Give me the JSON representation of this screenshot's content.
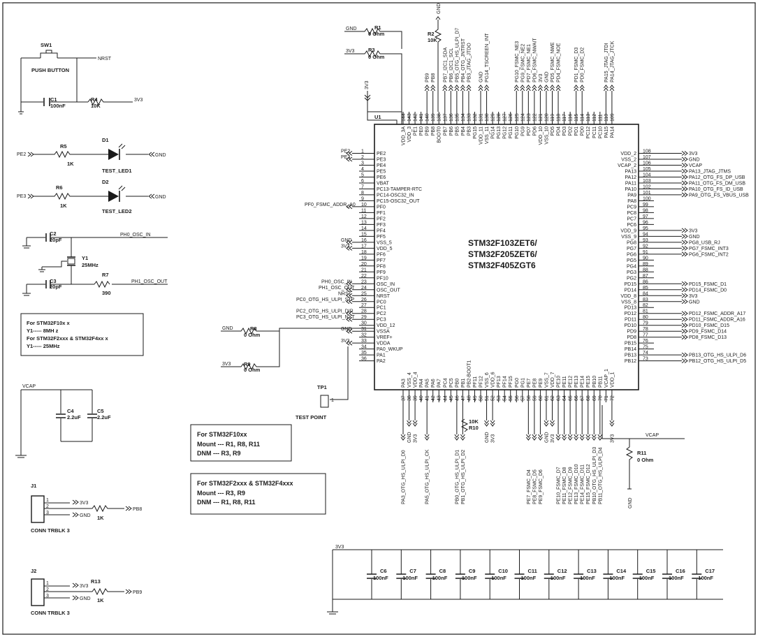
{
  "chip": {
    "ref": "U1",
    "lines": [
      "STM32F103ZET6/",
      "STM32F205ZET6/",
      "STM32F405ZGT6"
    ],
    "left_pins": [
      {
        "n": "1",
        "name": "PE2",
        "net": "PE2"
      },
      {
        "n": "2",
        "name": "PE3",
        "net": "PE3"
      },
      {
        "n": "3",
        "name": "PE4",
        "net": ""
      },
      {
        "n": "4",
        "name": "PE5",
        "net": ""
      },
      {
        "n": "5",
        "name": "PE6",
        "net": ""
      },
      {
        "n": "6",
        "name": "VBAT",
        "net": ""
      },
      {
        "n": "7",
        "name": "PC13-TAMPER-RTC",
        "net": ""
      },
      {
        "n": "8",
        "name": "PC14-OSC32_IN",
        "net": ""
      },
      {
        "n": "9",
        "name": "PC15-OSC32_OUT",
        "net": ""
      },
      {
        "n": "10",
        "name": "PF0",
        "net": "PF0_FSMC_ADDR_A0"
      },
      {
        "n": "11",
        "name": "PF1",
        "net": ""
      },
      {
        "n": "12",
        "name": "PF2",
        "net": ""
      },
      {
        "n": "13",
        "name": "PF3",
        "net": ""
      },
      {
        "n": "14",
        "name": "PF4",
        "net": ""
      },
      {
        "n": "15",
        "name": "PF5",
        "net": ""
      },
      {
        "n": "16",
        "name": "VSS_5",
        "net": "GND"
      },
      {
        "n": "17",
        "name": "VDD_5",
        "net": "3V3"
      },
      {
        "n": "18",
        "name": "PF6",
        "net": ""
      },
      {
        "n": "19",
        "name": "PF7",
        "net": ""
      },
      {
        "n": "20",
        "name": "PF8",
        "net": ""
      },
      {
        "n": "21",
        "name": "PF9",
        "net": ""
      },
      {
        "n": "22",
        "name": "PF10",
        "net": ""
      },
      {
        "n": "23",
        "name": "OSC_IN",
        "net": "PH0_OSC_IN"
      },
      {
        "n": "24",
        "name": "OSC_OUT",
        "net": "PH1_OSC_OUT"
      },
      {
        "n": "25",
        "name": "NRST",
        "net": "NRST"
      },
      {
        "n": "26",
        "name": "PC0",
        "net": "PC0_OTG_HS_ULPI_STP"
      },
      {
        "n": "27",
        "name": "PC1",
        "net": ""
      },
      {
        "n": "28",
        "name": "PC2",
        "net": "PC2_OTG_HS_ULPI_DIR"
      },
      {
        "n": "29",
        "name": "PC3",
        "net": "PC3_OTG_HS_ULPI_NXT"
      },
      {
        "n": "30",
        "name": "VDD_12",
        "net": ""
      },
      {
        "n": "31",
        "name": "VSSA",
        "net": "GND"
      },
      {
        "n": "32",
        "name": "VREF+",
        "net": ""
      },
      {
        "n": "33",
        "name": "VDDA",
        "net": "3V3"
      },
      {
        "n": "34",
        "name": "PA0_WKUP",
        "net": ""
      },
      {
        "n": "35",
        "name": "PA1",
        "net": ""
      },
      {
        "n": "36",
        "name": "PA2",
        "net": ""
      }
    ],
    "right_pins": [
      {
        "n": "108",
        "name": "VDD_2",
        "net": "3V3"
      },
      {
        "n": "107",
        "name": "VSS_2",
        "net": "GND"
      },
      {
        "n": "106",
        "name": "VCAP_2",
        "net": "VCAP"
      },
      {
        "n": "105",
        "name": "PA13",
        "net": "PA13_JTAG_JTMS"
      },
      {
        "n": "104",
        "name": "PA12",
        "net": "PA12_OTG_FS_DP_USB"
      },
      {
        "n": "103",
        "name": "PA11",
        "net": "PA11_OTG_FS_DM_USB"
      },
      {
        "n": "102",
        "name": "PA10",
        "net": "PA10_OTG_FS_ID_USB"
      },
      {
        "n": "101",
        "name": "PA9",
        "net": "PA9_OTG_FS_VBUS_USB"
      },
      {
        "n": "100",
        "name": "PA8",
        "net": ""
      },
      {
        "n": "99",
        "name": "PC9",
        "net": ""
      },
      {
        "n": "98",
        "name": "PC8",
        "net": ""
      },
      {
        "n": "97",
        "name": "PC7",
        "net": ""
      },
      {
        "n": "96",
        "name": "PC6",
        "net": ""
      },
      {
        "n": "95",
        "name": "VDD_9",
        "net": "3V3"
      },
      {
        "n": "94",
        "name": "VSS_9",
        "net": "GND"
      },
      {
        "n": "93",
        "name": "PG8",
        "net": "PG8_USB_RJ"
      },
      {
        "n": "92",
        "name": "PG7",
        "net": "PG7_FSMC_INT3"
      },
      {
        "n": "91",
        "name": "PG6",
        "net": "PG6_FSMC_INT2"
      },
      {
        "n": "90",
        "name": "PG5",
        "net": ""
      },
      {
        "n": "89",
        "name": "PG4",
        "net": ""
      },
      {
        "n": "88",
        "name": "PG3",
        "net": ""
      },
      {
        "n": "87",
        "name": "PG2",
        "net": ""
      },
      {
        "n": "86",
        "name": "PD15",
        "net": "PD15_FSMC_D1"
      },
      {
        "n": "85",
        "name": "PD14",
        "net": "PD14_FSMC_D0"
      },
      {
        "n": "84",
        "name": "VDD_8",
        "net": "3V3"
      },
      {
        "n": "83",
        "name": "VSS_8",
        "net": "GND"
      },
      {
        "n": "82",
        "name": "PD13",
        "net": ""
      },
      {
        "n": "81",
        "name": "PD12",
        "net": "PD12_FSMC_ADDR_A17"
      },
      {
        "n": "80",
        "name": "PD11",
        "net": "PD11_FSMC_ADDR_A16"
      },
      {
        "n": "79",
        "name": "PD10",
        "net": "PD10_FSMC_D15"
      },
      {
        "n": "78",
        "name": "PD9",
        "net": "PD9_FSMC_D14"
      },
      {
        "n": "77",
        "name": "PD8",
        "net": "PD8_FSMC_D13"
      },
      {
        "n": "76",
        "name": "PB15",
        "net": ""
      },
      {
        "n": "75",
        "name": "PB14",
        "net": ""
      },
      {
        "n": "74",
        "name": "PB13",
        "net": "PB13_OTG_HS_ULPI_D6"
      },
      {
        "n": "73",
        "name": "PB12",
        "net": "PB12_OTG_HS_ULPI_D5"
      }
    ],
    "top_pins": [
      {
        "n": "144",
        "name": "VDD_3A",
        "net": ""
      },
      {
        "n": "143",
        "name": "VDD_3",
        "net": ""
      },
      {
        "n": "142",
        "name": "PE1",
        "net": ""
      },
      {
        "n": "141",
        "name": "PE0",
        "net": ""
      },
      {
        "n": "140",
        "name": "PB9",
        "net": "PB9"
      },
      {
        "n": "139",
        "name": "PB8",
        "net": "PB8"
      },
      {
        "n": "138",
        "name": "BOOT0",
        "net": ""
      },
      {
        "n": "137",
        "name": "PB7",
        "net": "PB7_I2C1_SDA"
      },
      {
        "n": "136",
        "name": "PB6",
        "net": "PB6_I2C1_SCL"
      },
      {
        "n": "135",
        "name": "PB5",
        "net": "PB5_OTG_HS_ULPI_D7"
      },
      {
        "n": "134",
        "name": "PB4",
        "net": "PB4_OTG_JNTRST"
      },
      {
        "n": "133",
        "name": "PB3",
        "net": "PB3_JTAG_JTDO"
      },
      {
        "n": "132",
        "name": "PG15",
        "net": ""
      },
      {
        "n": "131",
        "name": "VDD_11",
        "net": "GND"
      },
      {
        "n": "130",
        "name": "VSS_11",
        "net": "PG14_TSCREEN_INT"
      },
      {
        "n": "129",
        "name": "PG14",
        "net": ""
      },
      {
        "n": "128",
        "name": "PG13",
        "net": ""
      },
      {
        "n": "127",
        "name": "PG12",
        "net": ""
      },
      {
        "n": "126",
        "name": "PG11",
        "net": ""
      },
      {
        "n": "125",
        "name": "PG10",
        "net": "PG10_FSMC_NE3"
      },
      {
        "n": "124",
        "name": "PG9",
        "net": "PG9_FSMC_NE2"
      },
      {
        "n": "123",
        "name": "PD7",
        "net": "PD7_FSMC_NE1"
      },
      {
        "n": "122",
        "name": "PD6",
        "net": "PD6_FSMC_NWAIT"
      },
      {
        "n": "121",
        "name": "VDD_10",
        "net": "3V3"
      },
      {
        "n": "120",
        "name": "VSS_10",
        "net": "GND"
      },
      {
        "n": "119",
        "name": "PD5",
        "net": "PD5_FSMC_NWE"
      },
      {
        "n": "118",
        "name": "PD4",
        "net": "PD4_FSMC_NOE"
      },
      {
        "n": "117",
        "name": "PD3",
        "net": ""
      },
      {
        "n": "116",
        "name": "PD2",
        "net": ""
      },
      {
        "n": "115",
        "name": "PD1",
        "net": "PD1_FSMC_D3"
      },
      {
        "n": "114",
        "name": "PD0",
        "net": "PD0_FSMC_D2"
      },
      {
        "n": "113",
        "name": "PC12",
        "net": ""
      },
      {
        "n": "112",
        "name": "PC11",
        "net": ""
      },
      {
        "n": "111",
        "name": "PC10",
        "net": ""
      },
      {
        "n": "110",
        "name": "PA15",
        "net": "PA15_JTAG_JTDI"
      },
      {
        "n": "109",
        "name": "PA14",
        "net": "PA14_JTAG_JTCK"
      }
    ],
    "bottom_pins": [
      {
        "n": "37",
        "name": "PA3",
        "net": "PA3_OTG_HS_ULPI_D0"
      },
      {
        "n": "38",
        "name": "VSS_4",
        "net": "GND"
      },
      {
        "n": "39",
        "name": "VDD_4",
        "net": "3V3"
      },
      {
        "n": "40",
        "name": "PA4",
        "net": ""
      },
      {
        "n": "41",
        "name": "PA5",
        "net": "PA5_OTG_HS_ULPI_CK"
      },
      {
        "n": "42",
        "name": "PA6",
        "net": ""
      },
      {
        "n": "43",
        "name": "PA7",
        "net": ""
      },
      {
        "n": "44",
        "name": "PC4",
        "net": ""
      },
      {
        "n": "45",
        "name": "PC5",
        "net": ""
      },
      {
        "n": "46",
        "name": "PB0",
        "net": "PB0_OTG_HS_ULPI_D1"
      },
      {
        "n": "47",
        "name": "PB1",
        "net": "PB1_OTG_HS_ULPI_D2"
      },
      {
        "n": "48",
        "name": "PB2-BOOT1",
        "net": ""
      },
      {
        "n": "49",
        "name": "PF11",
        "net": ""
      },
      {
        "n": "50",
        "name": "PF12",
        "net": ""
      },
      {
        "n": "51",
        "name": "VSS_6",
        "net": "GND"
      },
      {
        "n": "52",
        "name": "VDD_6",
        "net": "3V3"
      },
      {
        "n": "53",
        "name": "PF13",
        "net": ""
      },
      {
        "n": "54",
        "name": "PF14",
        "net": ""
      },
      {
        "n": "55",
        "name": "PF15",
        "net": ""
      },
      {
        "n": "56",
        "name": "PG0",
        "net": ""
      },
      {
        "n": "57",
        "name": "PG1",
        "net": ""
      },
      {
        "n": "58",
        "name": "PE7",
        "net": "PE7_FSMC_D4"
      },
      {
        "n": "59",
        "name": "PE8",
        "net": "PE8_FSMC_D5"
      },
      {
        "n": "60",
        "name": "PE9",
        "net": "PE9_FSMC_D6"
      },
      {
        "n": "61",
        "name": "VSS_7",
        "net": "GND"
      },
      {
        "n": "62",
        "name": "VDD_7",
        "net": "3V3"
      },
      {
        "n": "63",
        "name": "PE10",
        "net": "PE10_FSMC_D7"
      },
      {
        "n": "64",
        "name": "PE11",
        "net": "PE11_FSMC_D8"
      },
      {
        "n": "65",
        "name": "PE12",
        "net": "PE12_FSMC_D9"
      },
      {
        "n": "66",
        "name": "PE13",
        "net": "PE13_FSMC_D10"
      },
      {
        "n": "67",
        "name": "PE14",
        "net": "PE14_FSMC_D11"
      },
      {
        "n": "68",
        "name": "PE15",
        "net": "PE15_FSMC_D12"
      },
      {
        "n": "69",
        "name": "PB10",
        "net": "PB10_OTG_HS_ULPI_D3"
      },
      {
        "n": "70",
        "name": "PB11",
        "net": "PB11_OTG_HS_ULPI_D4"
      },
      {
        "n": "71",
        "name": "VCAP_1",
        "net": ""
      },
      {
        "n": "72",
        "name": "VDD_1",
        "net": "3V3"
      }
    ]
  },
  "labels": {
    "gnd": "GND",
    "v33": "3V3",
    "vcap": "VCAP",
    "nrst": "NRST",
    "pe2": "PE2",
    "pe3": "PE3",
    "pb8": "PB8",
    "pb9": "PB9",
    "ph0": "PH0_OSC_IN",
    "ph1": "PH1_OSC_OUT"
  },
  "parts": {
    "sw1": {
      "ref": "SW1",
      "value": "PUSH BUTTON"
    },
    "c1": {
      "ref": "C1",
      "value": "100nF"
    },
    "r4": {
      "ref": "R4",
      "value": "10K"
    },
    "r5": {
      "ref": "R5",
      "value": "1K"
    },
    "d1": {
      "ref": "D1",
      "value": "TEST_LED1"
    },
    "r6": {
      "ref": "R6",
      "value": "1K"
    },
    "d2": {
      "ref": "D2",
      "value": "TEST_LED2"
    },
    "c2": {
      "ref": "C2",
      "value": "20pF"
    },
    "c3": {
      "ref": "C3",
      "value": "20pF"
    },
    "y1": {
      "ref": "Y1",
      "value": "25MHz"
    },
    "r7": {
      "ref": "R7",
      "value": "390"
    },
    "c4": {
      "ref": "C4",
      "value": "2.2uF"
    },
    "c5": {
      "ref": "C5",
      "value": "2.2uF"
    },
    "j1": {
      "ref": "J1",
      "value": "CONN TRBLK 3"
    },
    "r11j": {
      "ref": "",
      "value": "1K"
    },
    "j2": {
      "ref": "J2",
      "value": "CONN TRBLK 3"
    },
    "r13": {
      "ref": "R13",
      "value": "1K"
    },
    "r1": {
      "ref": "R1",
      "value": "0 Ohm"
    },
    "r2": {
      "ref": "R2",
      "value": "10K"
    },
    "r3": {
      "ref": "R3",
      "value": "0 Ohm"
    },
    "r8": {
      "ref": "R8",
      "value": "0 Ohm"
    },
    "r9": {
      "ref": "R9",
      "value": "0 Ohm"
    },
    "tp1": {
      "ref": "TP1",
      "value": "TEST POINT"
    },
    "r10": {
      "ref": "R10",
      "value": "10K"
    },
    "r11": {
      "ref": "R11",
      "value": "0 Ohm"
    }
  },
  "crystal_note": {
    "line1": "For   STM32F10x    x",
    "line2": "Y1-----   8MH   z",
    "line3": "For   STM32F2xxx  &  STM32F4xx         x",
    "line4": "Y1-----   25MHz"
  },
  "note_f10": {
    "title": "For   STM32F10xx",
    "mount": "Mount   ---   R1, R8, R11",
    "dnm": "DNM    ---    R3, R9"
  },
  "note_f2f4": {
    "title": "For   STM32F2xxx  &  STM32F4xxx",
    "mount": "Mount   ---   R3, R9",
    "dnm": "DNM    ---    R1, R8, R11"
  },
  "decoupling": [
    {
      "ref": "C6",
      "value": "100nF"
    },
    {
      "ref": "C7",
      "value": "100nF"
    },
    {
      "ref": "C8",
      "value": "100nF"
    },
    {
      "ref": "C9",
      "value": "100nF"
    },
    {
      "ref": "C10",
      "value": "100nF"
    },
    {
      "ref": "C11",
      "value": "100nF"
    },
    {
      "ref": "C12",
      "value": "100nF"
    },
    {
      "ref": "C13",
      "value": "100nF"
    },
    {
      "ref": "C14",
      "value": "100nF"
    },
    {
      "ref": "C15",
      "value": "100nF"
    },
    {
      "ref": "C16",
      "value": "100nF"
    },
    {
      "ref": "C17",
      "value": "100nF"
    }
  ]
}
